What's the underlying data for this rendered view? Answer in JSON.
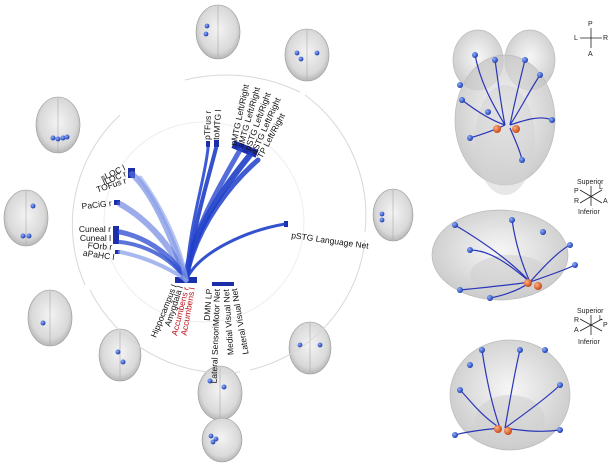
{
  "colors": {
    "connection": "#1f3fc8",
    "connection_light": "#8aa0e8",
    "node_blue": "#2f5fd0",
    "node_orange": "#e0602a",
    "highlight_label": "#c0141c",
    "segment": "#1d2fa8"
  },
  "roi_labels": {
    "pTFusr": "pTFus r",
    "toMTG": "toMTG l",
    "pMTG": "pMTG Left/Right",
    "aMTG": "aMTG Left/Right",
    "pSTG": "pSTG Left/Right",
    "aSTG": "aSTG Left/Right",
    "TP": "TP Left/Right",
    "LOCsup": "sLOC l",
    "LOCinf": "iLOC r",
    "TOFusr": "TOFus r",
    "PaCiGr": "PaCiG r",
    "Cuneal_r": "Cuneal r",
    "Cuneal_l": "Cuneal l",
    "FOrb": "FOrb r",
    "aPaHCl": "aPaHC l",
    "Hippocampus": "Hippocampus l",
    "Amygdala": "Amygdala l",
    "Accumbens_r": "Accumbens r",
    "Accumbens_l": "Accumbens l",
    "DMN_LP": "DMN LP",
    "LatSensMotor": "Lateral SensoriMotor Net",
    "MedialVisual": "Medial Visual Net",
    "LateralVisual": "Lateral Visual Net",
    "pSTGLang": "pSTG Language Net"
  },
  "orientation": {
    "top": {
      "P": "P",
      "L": "L",
      "R": "R",
      "A": "A"
    },
    "middle": {
      "superior": "Superior",
      "inferior": "Inferior",
      "L": "L",
      "R": "R",
      "A": "A",
      "P": "P"
    },
    "bottom": {
      "superior": "Superior",
      "inferior": "Inferior",
      "L": "L",
      "R": "R",
      "A": "A",
      "P": "P"
    }
  }
}
